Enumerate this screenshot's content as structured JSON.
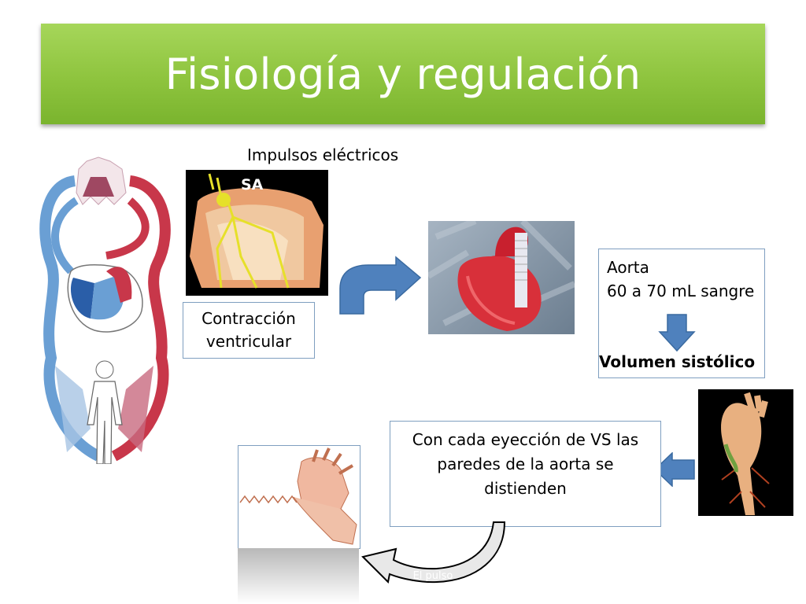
{
  "title": "Fisiología y regulación",
  "impulse_label": "Impulsos eléctricos",
  "sa_label": "SA",
  "contraction_box": {
    "line1": "Contracción",
    "line2": "ventricular"
  },
  "aorta_box": {
    "line1": "Aorta",
    "line2": "60 a 70 mL sangre",
    "bold": "Volumen sistólico"
  },
  "distension_box": {
    "line1": "Con cada eyección de VS las",
    "line2": "paredes de la aorta se",
    "line3": "distienden"
  },
  "pulse_label": "El pulso",
  "colors": {
    "title_green": "#8ec43e",
    "arrow_blue": "#4f81bd",
    "box_border": "#7f9fc0"
  }
}
